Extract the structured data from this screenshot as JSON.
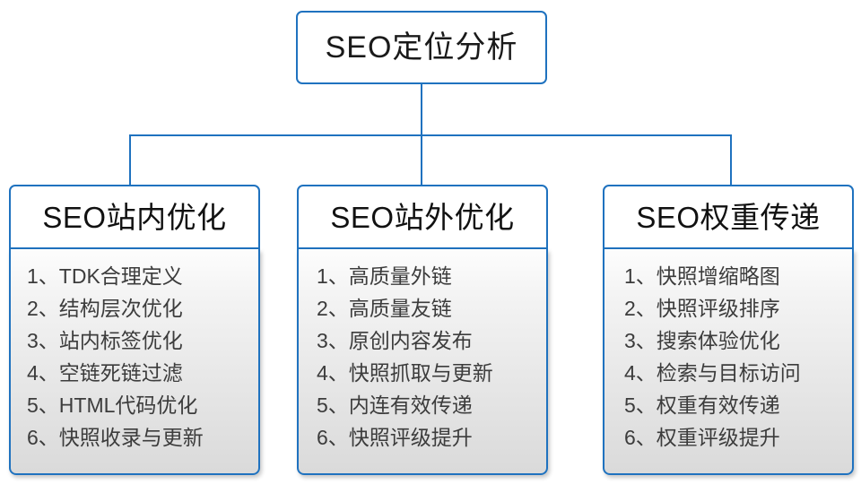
{
  "diagram": {
    "type": "org-chart",
    "root": {
      "title": "SEO定位分析"
    },
    "accent_color": "#1f72bf",
    "branches": [
      {
        "header": "SEO站内优化",
        "items": [
          "1、TDK合理定义",
          "2、结构层次优化",
          "3、站内标签优化",
          "4、空链死链过滤",
          "5、HTML代码优化",
          "6、快照收录与更新"
        ]
      },
      {
        "header": "SEO站外优化",
        "items": [
          "1、高质量外链",
          "2、高质量友链",
          "3、原创内容发布",
          "4、快照抓取与更新",
          "5、内连有效传递",
          "6、快照评级提升"
        ]
      },
      {
        "header": "SEO权重传递",
        "items": [
          "1、快照增缩略图",
          "2、快照评级排序",
          "3、搜索体验优化",
          "4、检索与目标访问",
          "5、权重有效传递",
          "6、权重评级提升"
        ]
      }
    ]
  }
}
